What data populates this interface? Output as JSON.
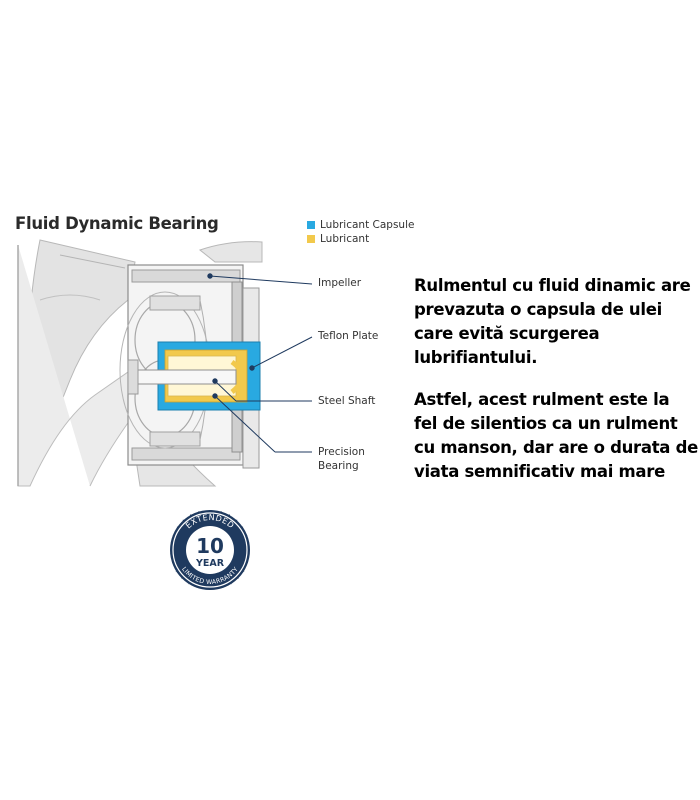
{
  "diagram": {
    "title": "Fluid Dynamic Bearing",
    "legend": [
      {
        "label": "Lubricant Capsule",
        "color": "#29a9e1"
      },
      {
        "label": "Lubricant",
        "color": "#f2c94c"
      }
    ],
    "callouts": {
      "impeller": "Impeller",
      "teflon_plate": "Teflon Plate",
      "steel_shaft": "Steel Shaft",
      "precision_bearing_line1": "Precision",
      "precision_bearing_line2": "Bearing"
    }
  },
  "badge": {
    "top_text": "EXTENDED",
    "number": "10",
    "unit": "YEAR",
    "bottom_text": "LIMITED WARRANTY",
    "color": "#1f3a5f"
  },
  "description": {
    "paragraph1": [
      "Rulmentul cu fluid dinamic are",
      "prevazuta o capsula de ulei",
      "care evită scurgerea",
      "lubrifiantului."
    ],
    "paragraph2": [
      "Astfel, acest rulment este la",
      "fel de silentios ca un rulment",
      "cu manson, dar are o durata de",
      "viata semnificativ mai mare"
    ]
  }
}
